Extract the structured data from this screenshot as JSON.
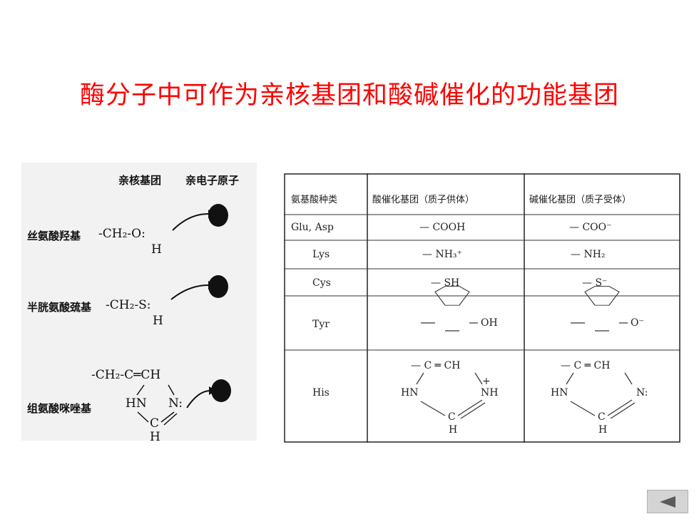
{
  "slide": {
    "title": "酶分子中可作为亲核基团和酸碱催化的功能基团",
    "title_color": "#ff0000"
  },
  "left_figure": {
    "header_nucleophile": "亲核基团",
    "header_electrophile": "亲电子原子",
    "rows": [
      {
        "label": "丝氨酸羟基",
        "formula": "-CH₂-O:",
        "below": "H"
      },
      {
        "label": "半胱氨酸巯基",
        "formula": "-CH₂-S:",
        "below": "H"
      },
      {
        "label": "组氨酸咪唑基",
        "formula_top": "-CH₂-C═CH",
        "ring_left": "HN",
        "ring_right": "N:",
        "ring_c": "C",
        "ring_h": "H"
      }
    ]
  },
  "table": {
    "headers": [
      "氨基酸种类",
      "酸催化基团（质子供体）",
      "碱催化基团（质子受体）"
    ],
    "rows": [
      {
        "aa": "Glu, Asp",
        "acid": "— COOH",
        "base": "— COO⁻"
      },
      {
        "aa": "Lys",
        "acid": "— NH₃⁺",
        "base": "— NH₂"
      },
      {
        "aa": "Cys",
        "acid": "— SH",
        "base": "— S⁻"
      },
      {
        "aa": "Tyr",
        "acid": "OH",
        "base": "O⁻"
      },
      {
        "aa": "His",
        "acid_top": "— C ═ CH",
        "acid_left": "HN",
        "acid_right": "NH",
        "acid_plus": "+",
        "acid_c": "C",
        "acid_h": "H",
        "base_top": "— C ═ CH",
        "base_left": "HN",
        "base_right": "N:",
        "base_c": "C",
        "base_h": "H"
      }
    ]
  },
  "nav": {
    "back_icon": "left-triangle-icon"
  }
}
